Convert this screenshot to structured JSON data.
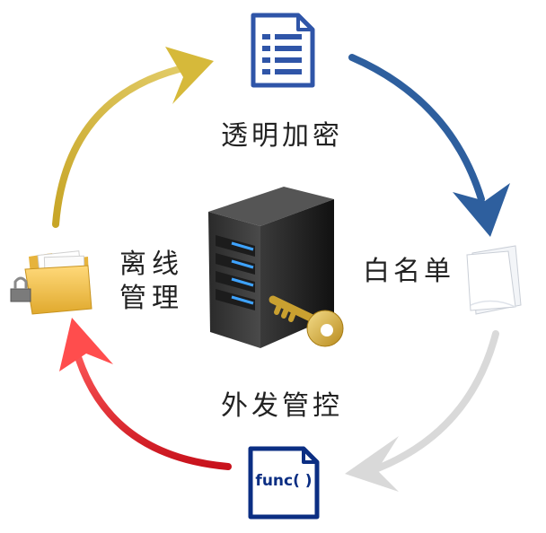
{
  "labels": {
    "top": "透明加密",
    "right": "白名单",
    "bottom": "外发管控",
    "left_line1": "离线",
    "left_line2": "管理"
  },
  "icons": {
    "top": "document-list-icon",
    "right": "blank-page-icon",
    "bottom": "function-file-icon",
    "left": "locked-folder-icon",
    "center": "server-with-key-icon"
  },
  "func_text": "func( )",
  "colors": {
    "arrow_top_right": "#2e5f9e",
    "arrow_right_bottom": "#d6d6d6",
    "arrow_bottom_left": "#e8202a",
    "arrow_left_top": "#d4b22a",
    "icon_blue": "#2f55a8",
    "func_blue": "#0b2e83"
  }
}
